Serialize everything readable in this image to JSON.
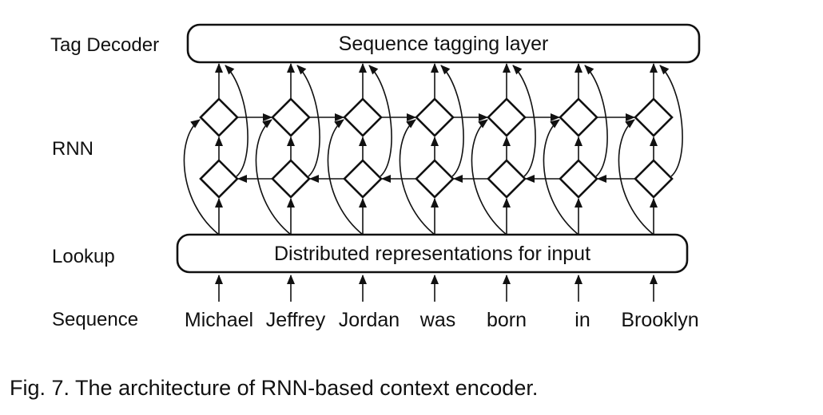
{
  "row_labels": {
    "tag_decoder": "Tag Decoder",
    "rnn": "RNN",
    "lookup": "Lookup",
    "sequence": "Sequence"
  },
  "tagging_layer": {
    "label": "Sequence tagging layer"
  },
  "lookup_layer": {
    "label": "Distributed representations for input"
  },
  "words": [
    "Michael",
    "Jeffrey",
    "Jordan",
    "was",
    "born",
    "in",
    "Brooklyn"
  ],
  "caption": "Fig. 7. The architecture of RNN-based context encoder.",
  "colors": {
    "stroke": "#111111",
    "background": "#ffffff"
  }
}
